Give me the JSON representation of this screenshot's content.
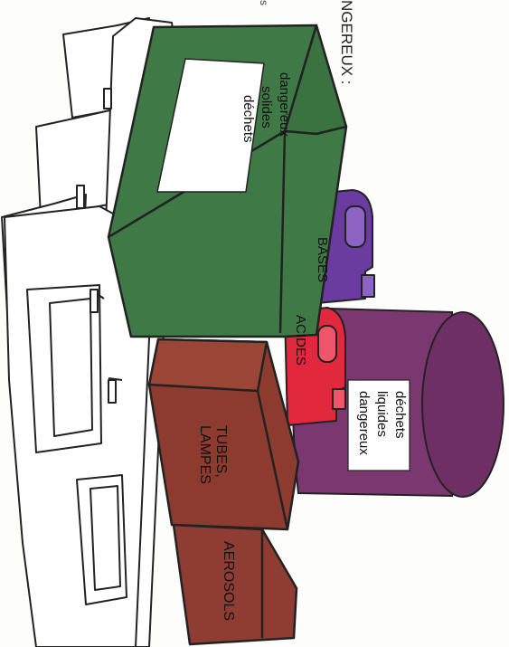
{
  "header": {
    "title_fragment": "NGEREUX :",
    "small_mark": "s"
  },
  "labels": {
    "solid_waste": "déchets solides dangereux",
    "solid_waste_lines": [
      "déchets",
      "solides",
      "dangereux"
    ],
    "bases": "BASES",
    "acids": "ACIDES",
    "liquid_waste": "déchets liquides dangereux",
    "liquid_waste_lines": [
      "déchets",
      "liquides",
      "dangereux"
    ],
    "tubes_lamps": "TUBES, LAMPES",
    "tubes_lines": [
      "TUBES,",
      "LAMPES"
    ],
    "aerosols": "AEROSOLS"
  },
  "colors": {
    "solid_box": "#3f7a46",
    "bases_can": "#6a3ca0",
    "acids_can": "#e2283c",
    "drum": "#7b3770",
    "tubes_box": "#8c3b2e",
    "aerosol_box": "#8f3c32",
    "pallet": "#ffffff",
    "outline": "#222222"
  }
}
